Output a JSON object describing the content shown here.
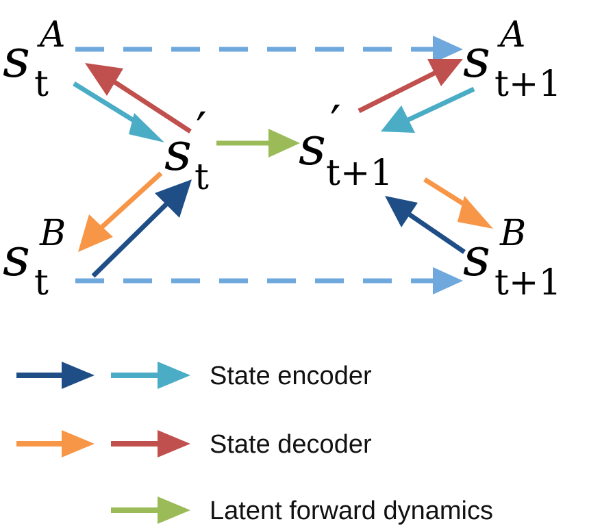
{
  "nodes": {
    "s_t_A": {
      "base": "s",
      "sup": "A",
      "sub": "t"
    },
    "s_t1_A": {
      "base": "s",
      "sup": "A",
      "sub": "t+1"
    },
    "s_t_p": {
      "base": "s",
      "sup": "′",
      "sub": "t"
    },
    "s_t1_p": {
      "base": "s",
      "sup": "′",
      "sub": "t+1"
    },
    "s_t_B": {
      "base": "s",
      "sup": "B",
      "sub": "t"
    },
    "s_t1_B": {
      "base": "s",
      "sup": "B",
      "sub": "t+1"
    }
  },
  "colors": {
    "encoder_dark": "#1f4e87",
    "encoder_light": "#4bacc6",
    "decoder_orange": "#f79646",
    "decoder_red": "#c0504d",
    "dynamics_green": "#9bbb59",
    "dashed_blue": "#6fa8dc"
  },
  "legend": {
    "encoder": "State encoder",
    "decoder": "State decoder",
    "dynamics": "Latent forward dynamics"
  }
}
